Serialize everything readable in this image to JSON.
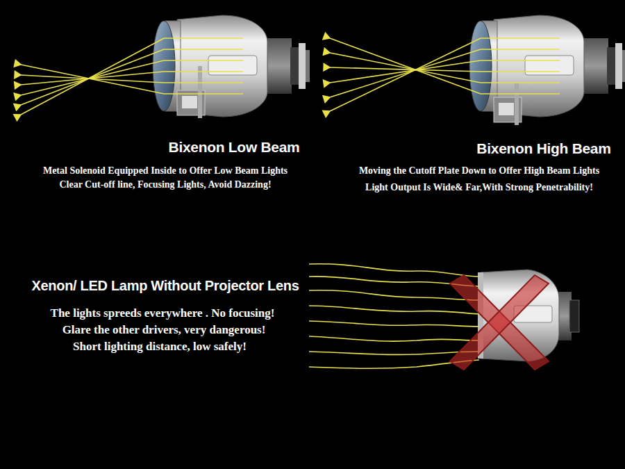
{
  "diagram": {
    "labels": [
      "Bixenon Low Beam",
      "Metal Solenoid Equipped Inside to Offer Low Beam Lights",
      "Clear Cut-off line, Focusing Lights, Avoid Dazzing!",
      "Bixenon High Beam",
      "Moving the Cutoff Plate Down to Offer High Beam Lights",
      "Light Output Is Wide& Far,With Strong Penetrability!",
      "Xenon/ LED Lamp Without Projector Lens",
      "The lights spreeds everywhere . No focusing!",
      "Glare the other drivers, very dangerous!",
      "Short lighting distance, low safely!"
    ]
  }
}
